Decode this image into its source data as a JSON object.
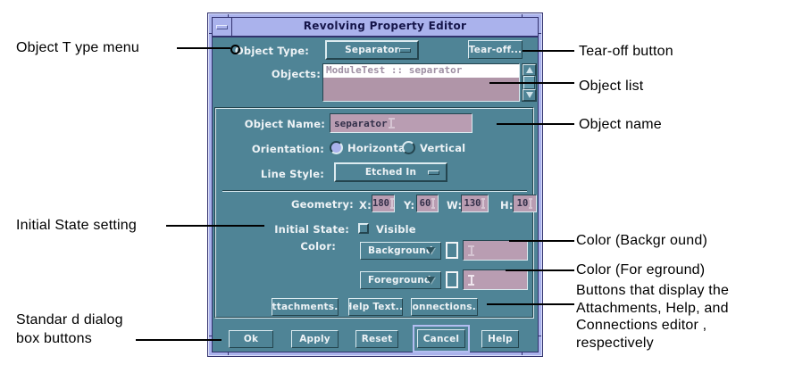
{
  "window": {
    "title": "Revolving Property Editor"
  },
  "form": {
    "object_type_label": "Object Type:",
    "object_type_value": "Separator",
    "tear_off": "Tear-off...",
    "objects_label": "Objects:",
    "objects_list": [
      "ModuleTest :: separator"
    ],
    "object_name_label": "Object Name:",
    "object_name_value": "separator",
    "orientation_label": "Orientation:",
    "orientation_options": [
      "Horizontal",
      "Vertical"
    ],
    "orientation_selected": "Horizontal",
    "line_style_label": "Line Style:",
    "line_style_value": "Etched In",
    "geometry_label": "Geometry:",
    "geometry_fields": [
      {
        "label": "X:",
        "value": "180"
      },
      {
        "label": "Y:",
        "value": "60"
      },
      {
        "label": "W:",
        "value": "130"
      },
      {
        "label": "H:",
        "value": "10"
      }
    ],
    "initial_state_label": "Initial State:",
    "visible_label": "Visible",
    "visible_checked": false,
    "color_label": "Color:",
    "color_selectors": [
      "Background",
      "Foreground"
    ],
    "editor_buttons": [
      "Attachments...",
      "Help Text...",
      "Connections..."
    ],
    "dialog_buttons": [
      "Ok",
      "Apply",
      "Reset",
      "Cancel",
      "Help"
    ],
    "default_button": "Cancel"
  },
  "callouts": {
    "object_type_menu": "Object T ype menu",
    "initial_state": "Initial State setting",
    "standard_buttons": "Standar d dialog\nbox buttons",
    "tear_off": "Tear-off button",
    "object_list": "Object list",
    "object_name": "Object name",
    "color_background": "Color (Backgr ound)",
    "color_foreground": "Color (For eground)",
    "editor_buttons": "Buttons that display the\nAttachments, Help, and\nConnections editor ,\nrespectively"
  },
  "colors": {
    "frame": "#aab2ec",
    "dialog_background": "#4f8496",
    "field_background": "#b99db2",
    "list_background": "#b095a8",
    "selected_row": "#ffffff",
    "outline": "#32326e",
    "label_text": "#eef3f6",
    "callout_text": "#000000"
  }
}
